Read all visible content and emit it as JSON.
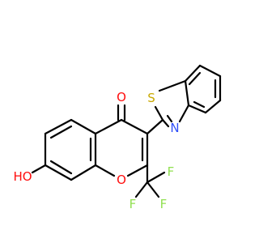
{
  "molecule": {
    "atoms": {
      "carbonyl_oxygen": {
        "symbol": "O",
        "color": "#ff0d0d"
      },
      "ring_oxygen": {
        "symbol": "O",
        "color": "#ff0d0d"
      },
      "hydroxyl": {
        "symbol": "HO",
        "color": "#ff0d0d"
      },
      "thiazole_sulfur": {
        "symbol": "S",
        "color": "#c8a800"
      },
      "thiazole_nitrogen": {
        "symbol": "N",
        "color": "#3050f8"
      },
      "fluorine_1": {
        "symbol": "F",
        "color": "#90e050"
      },
      "fluorine_2": {
        "symbol": "F",
        "color": "#90e050"
      },
      "fluorine_3": {
        "symbol": "F",
        "color": "#90e050"
      }
    }
  }
}
